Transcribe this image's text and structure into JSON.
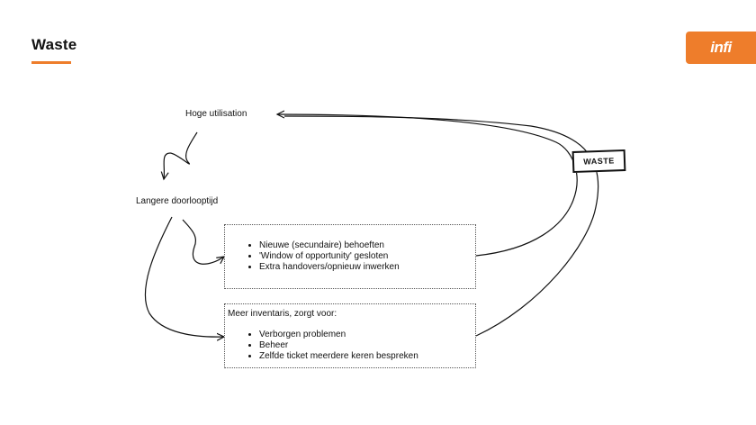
{
  "slide": {
    "title": "Waste",
    "logo_text": "infi"
  },
  "diagram": {
    "node_top": "Hoge utilisation",
    "node_middle": "Langere doorlooptijd",
    "box1_items": [
      "Nieuwe (secundaire) behoeften",
      "'Window of opportunity' gesloten",
      "Extra handovers/opnieuw inwerken"
    ],
    "box2_heading": "Meer inventaris, zorgt voor:",
    "box2_items": [
      "Verborgen problemen",
      "Beheer",
      "Zelfde ticket meerdere keren bespreken"
    ],
    "waste_tag": "WASTE"
  },
  "colors": {
    "accent": "#ee7d2b",
    "line": "#111111"
  }
}
